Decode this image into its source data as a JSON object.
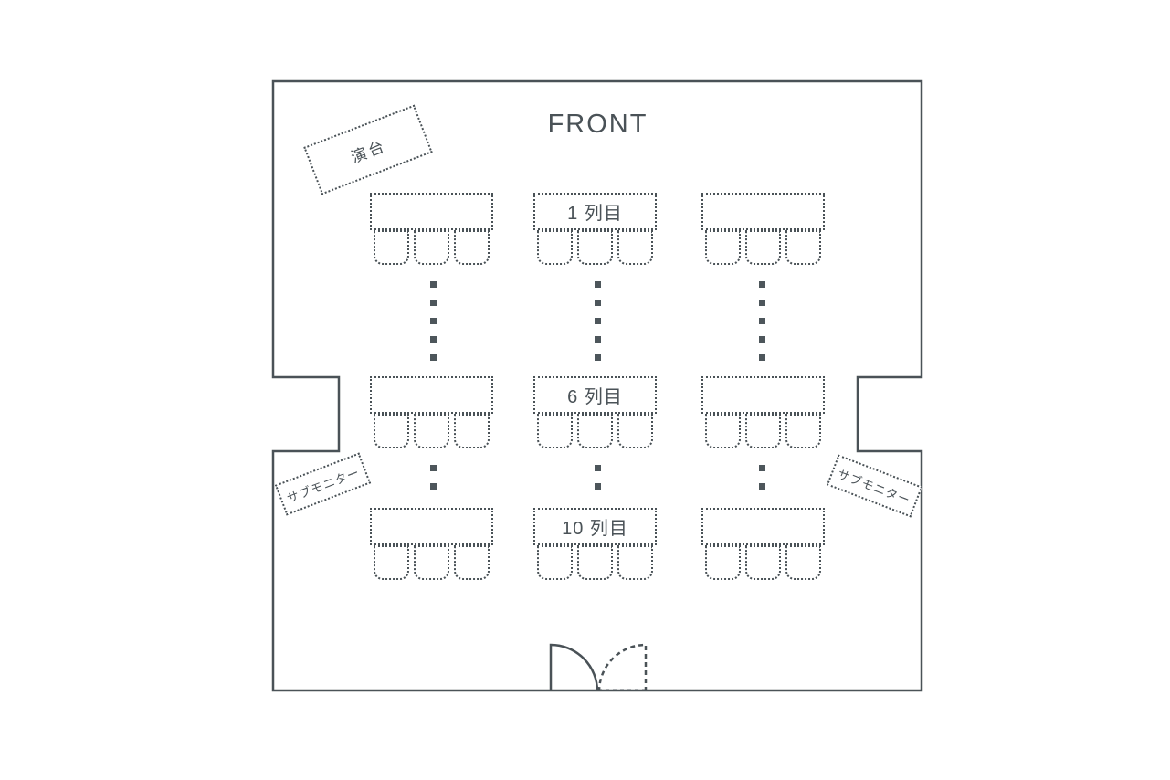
{
  "front_label": "FRONT",
  "stage_label": "演台",
  "monitor_left_label": "サブモニター",
  "monitor_right_label": "サブモニター",
  "row_labels": {
    "row1": "1 列目",
    "row6": "6 列目",
    "row10": "10 列目"
  },
  "colors": {
    "line": "#4a5257",
    "background": "#ffffff"
  }
}
